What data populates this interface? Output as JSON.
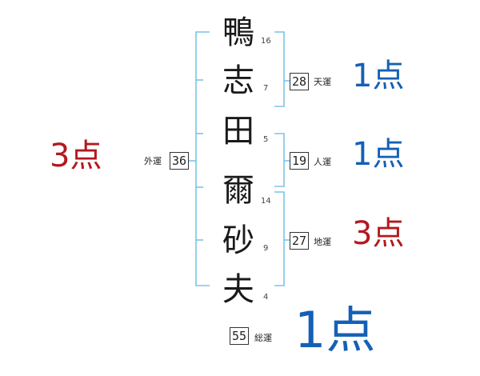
{
  "name_chars": [
    {
      "char": "鴨",
      "strokes": "16"
    },
    {
      "char": "志",
      "strokes": "7"
    },
    {
      "char": "田",
      "strokes": "5"
    },
    {
      "char": "爾",
      "strokes": "14"
    },
    {
      "char": "砂",
      "strokes": "9"
    },
    {
      "char": "夫",
      "strokes": "4"
    }
  ],
  "fortunes": {
    "ten": {
      "value": "28",
      "label": "天運",
      "score": "1点"
    },
    "jin": {
      "value": "19",
      "label": "人運",
      "score": "1点"
    },
    "chi": {
      "value": "27",
      "label": "地運",
      "score": "3点"
    },
    "gai": {
      "value": "36",
      "label": "外運",
      "score": "3点"
    },
    "sou": {
      "value": "55",
      "label": "総運",
      "score": "1点"
    }
  },
  "colors": {
    "bracket": "#7cc3e8",
    "score_good": "#1560b6",
    "score_best": "#b3181f"
  }
}
